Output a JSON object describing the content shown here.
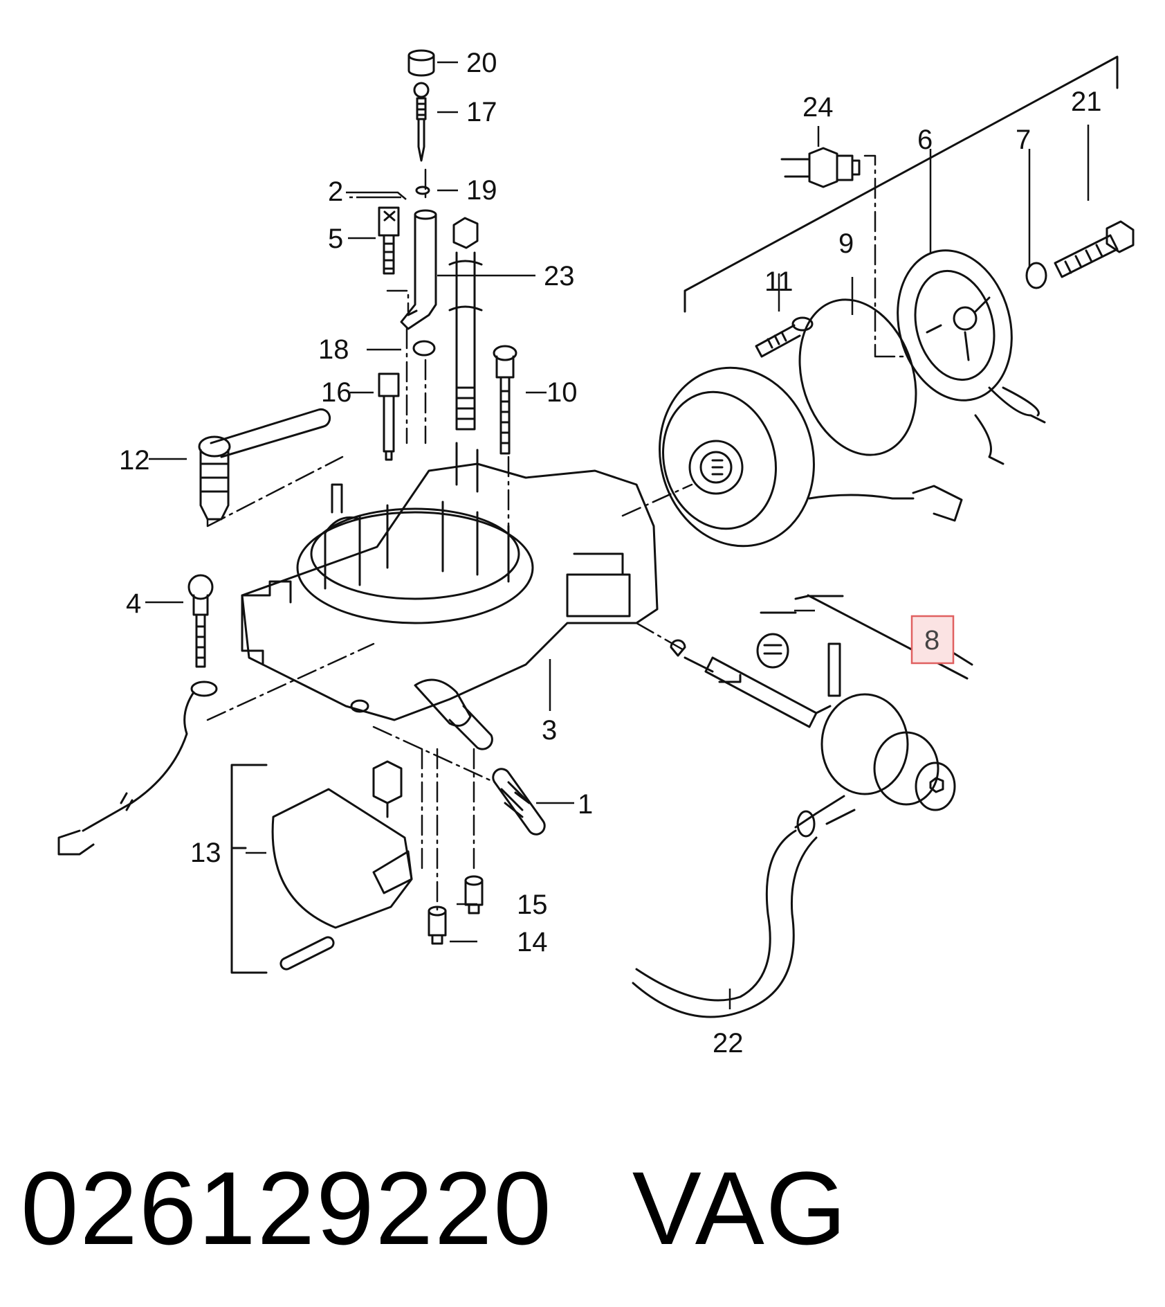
{
  "diagram": {
    "callouts": [
      "1",
      "2",
      "3",
      "4",
      "5",
      "6",
      "7",
      "8",
      "9",
      "10",
      "11",
      "12",
      "13",
      "14",
      "15",
      "16",
      "17",
      "18",
      "19",
      "20",
      "21",
      "22",
      "23",
      "24"
    ],
    "highlighted_callout": "8",
    "highlight_color": "#e06060"
  },
  "footer": {
    "part_number": "026129220",
    "brand": "VAG"
  }
}
